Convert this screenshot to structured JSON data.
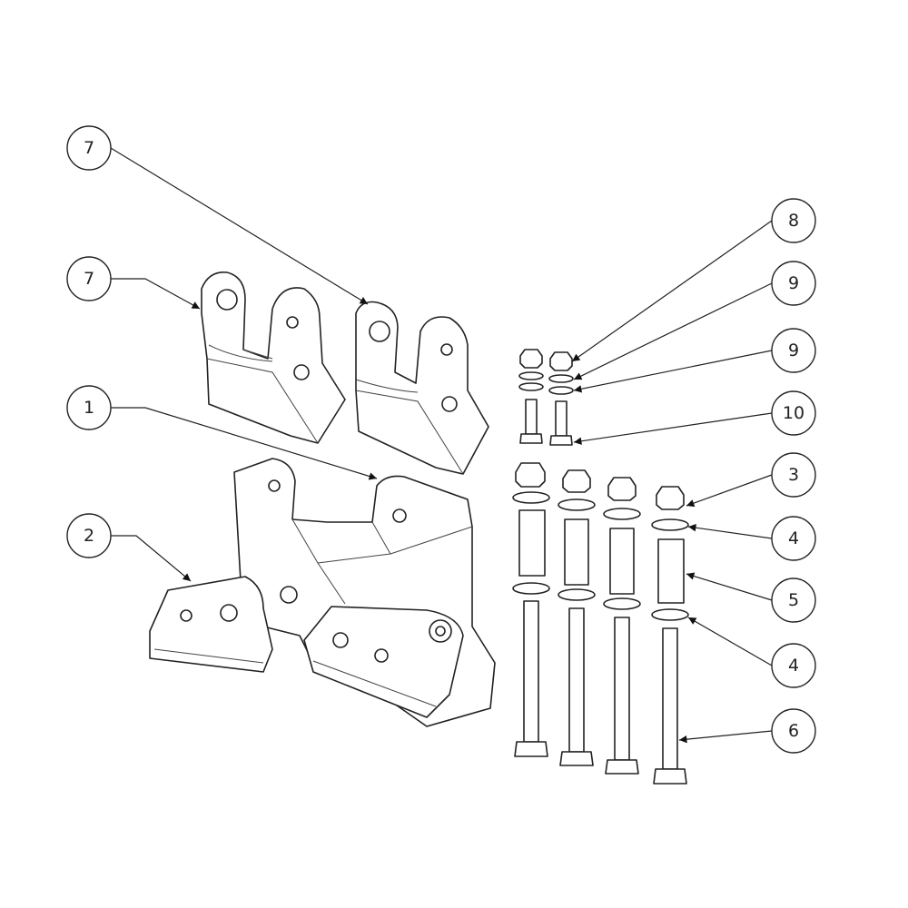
{
  "diagram": {
    "type": "exploded assembly drawing",
    "balloons": [
      {
        "id": "b-7a",
        "label": "7"
      },
      {
        "id": "b-7b",
        "label": "7"
      },
      {
        "id": "b-1",
        "label": "1"
      },
      {
        "id": "b-2",
        "label": "2"
      },
      {
        "id": "b-8",
        "label": "8"
      },
      {
        "id": "b-9a",
        "label": "9"
      },
      {
        "id": "b-9b",
        "label": "9"
      },
      {
        "id": "b-10",
        "label": "10"
      },
      {
        "id": "b-3",
        "label": "3"
      },
      {
        "id": "b-4a",
        "label": "4"
      },
      {
        "id": "b-5",
        "label": "5"
      },
      {
        "id": "b-4b",
        "label": "4"
      },
      {
        "id": "b-6",
        "label": "6"
      }
    ],
    "colors": {
      "line": "#222222",
      "background": "#ffffff"
    }
  }
}
